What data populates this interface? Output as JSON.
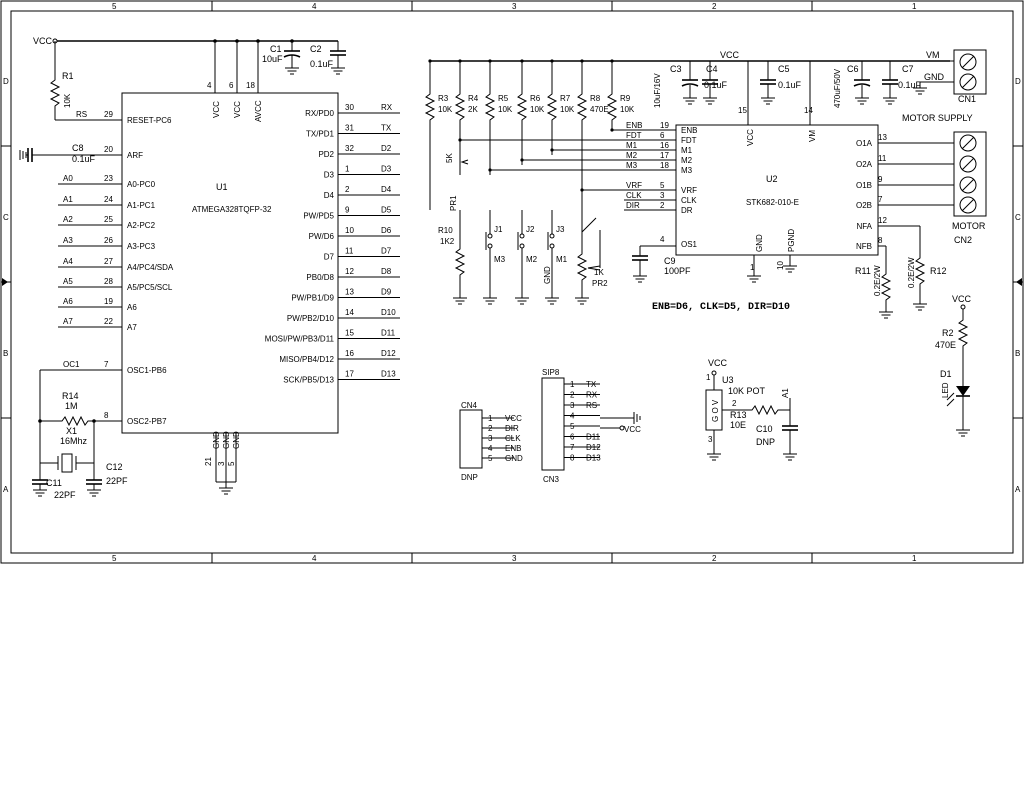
{
  "frame": {
    "zones_top": [
      "5",
      "4",
      "3",
      "2",
      "1"
    ],
    "zones_side": [
      "D",
      "C",
      "B",
      "A"
    ]
  },
  "u1": {
    "ref": "U1",
    "part": "ATMEGA328TQFP-32",
    "left_pins": [
      {
        "num": "29",
        "name": "RESET-PC6",
        "net": "RS"
      },
      {
        "num": "20",
        "name": "ARF",
        "net": ""
      },
      {
        "num": "23",
        "name": "A0-PC0",
        "net": "A0"
      },
      {
        "num": "24",
        "name": "A1-PC1",
        "net": "A1"
      },
      {
        "num": "25",
        "name": "A2-PC2",
        "net": "A2"
      },
      {
        "num": "26",
        "name": "A3-PC3",
        "net": "A3"
      },
      {
        "num": "27",
        "name": "A4/PC4/SDA",
        "net": "A4"
      },
      {
        "num": "28",
        "name": "A5/PC5/SCL",
        "net": "A5"
      },
      {
        "num": "19",
        "name": "A6",
        "net": "A6"
      },
      {
        "num": "22",
        "name": "A7",
        "net": "A7"
      },
      {
        "num": "7",
        "name": "OSC1-PB6",
        "net": "OC1"
      },
      {
        "num": "8",
        "name": "OSC2-PB7",
        "net": ""
      }
    ],
    "right_pins": [
      {
        "num": "30",
        "name": "RX/PD0",
        "net": "RX"
      },
      {
        "num": "31",
        "name": "TX/PD1",
        "net": "TX"
      },
      {
        "num": "32",
        "name": "PD2",
        "net": "D2"
      },
      {
        "num": "1",
        "name": "D3",
        "net": "D3"
      },
      {
        "num": "2",
        "name": "D4",
        "net": "D4"
      },
      {
        "num": "9",
        "name": "PW/PD5",
        "net": "D5"
      },
      {
        "num": "10",
        "name": "PW/D6",
        "net": "D6"
      },
      {
        "num": "11",
        "name": "D7",
        "net": "D7"
      },
      {
        "num": "12",
        "name": "PB0/D8",
        "net": "D8"
      },
      {
        "num": "13",
        "name": "PW/PB1/D9",
        "net": "D9"
      },
      {
        "num": "14",
        "name": "PW/PB2/D10",
        "net": "D10"
      },
      {
        "num": "15",
        "name": "MOSI/PW/PB3/D11",
        "net": "D11"
      },
      {
        "num": "16",
        "name": "MISO/PB4/D12",
        "net": "D12"
      },
      {
        "num": "17",
        "name": "SCK/PB5/D13",
        "net": "D13"
      }
    ],
    "top_pins": [
      {
        "num": "4",
        "name": "VCC"
      },
      {
        "num": "6",
        "name": "VCC"
      },
      {
        "num": "18",
        "name": "AVCC"
      }
    ],
    "bottom_pins": [
      {
        "num": "21",
        "name": "GND"
      },
      {
        "num": "3",
        "name": "GND"
      },
      {
        "num": "5",
        "name": "GND"
      }
    ]
  },
  "u2": {
    "ref": "U2",
    "part": "STK682-010-E",
    "left_pins": [
      {
        "num": "19",
        "name": "ENB",
        "net": "ENB"
      },
      {
        "num": "6",
        "name": "FDT",
        "net": "FDT"
      },
      {
        "num": "16",
        "name": "M1",
        "net": "M1"
      },
      {
        "num": "17",
        "name": "M2",
        "net": "M2"
      },
      {
        "num": "18",
        "name": "M3",
        "net": "M3"
      },
      {
        "num": "5",
        "name": "VRF",
        "net": "VRF"
      },
      {
        "num": "3",
        "name": "CLK",
        "net": "CLK"
      },
      {
        "num": "2",
        "name": "DR",
        "net": "DIR"
      },
      {
        "num": "4",
        "name": "OS1",
        "net": ""
      }
    ],
    "right_pins": [
      {
        "num": "13",
        "name": "O1A"
      },
      {
        "num": "11",
        "name": "O2A"
      },
      {
        "num": "9",
        "name": "O1B"
      },
      {
        "num": "7",
        "name": "O2B"
      },
      {
        "num": "12",
        "name": "NFA"
      },
      {
        "num": "8",
        "name": "NFB"
      }
    ],
    "top_pins": [
      {
        "num": "15",
        "name": "VCC"
      },
      {
        "num": "14",
        "name": "VM"
      }
    ],
    "bottom_pins": [
      {
        "num": "1",
        "name": "GND"
      },
      {
        "num": "10",
        "name": "PGND"
      }
    ]
  },
  "nets": {
    "vcc": "VCC",
    "vm": "VM",
    "gnd": "GND"
  },
  "passives": {
    "r1": {
      "ref": "R1",
      "val": "10K"
    },
    "c1": {
      "ref": "C1",
      "val": "10uF"
    },
    "c2": {
      "ref": "C2",
      "val": "0.1uF"
    },
    "c8": {
      "ref": "C8",
      "val": "0.1uF"
    },
    "r14": {
      "ref": "R14",
      "val": "1M"
    },
    "x1": {
      "ref": "X1",
      "val": "16Mhz"
    },
    "c11": {
      "ref": "C11",
      "val": "22PF"
    },
    "c12": {
      "ref": "C12",
      "val": "22PF"
    },
    "r3": {
      "ref": "R3",
      "val": "10K"
    },
    "r4": {
      "ref": "R4",
      "val": "2K"
    },
    "r5": {
      "ref": "R5",
      "val": "10K"
    },
    "r6": {
      "ref": "R6",
      "val": "10K"
    },
    "r7": {
      "ref": "R7",
      "val": "10K"
    },
    "r8": {
      "ref": "R8",
      "val": "470E"
    },
    "r9": {
      "ref": "R9",
      "val": "10K"
    },
    "pr1": {
      "ref": "PR1",
      "val": "5K"
    },
    "r10": {
      "ref": "R10",
      "val": "1K2"
    },
    "pr2": {
      "ref": "PR2",
      "val": "1K"
    },
    "c3": {
      "ref": "C3",
      "val": "10uF/16V"
    },
    "c4": {
      "ref": "C4",
      "val": "0.1uF"
    },
    "c5": {
      "ref": "C5",
      "val": "0.1uF"
    },
    "c6": {
      "ref": "C6",
      "val": "470uF/50V"
    },
    "c7": {
      "ref": "C7",
      "val": "0.1uF"
    },
    "c9": {
      "ref": "C9",
      "val": "100PF"
    },
    "r11": {
      "ref": "R11",
      "val": "0.2E/2W"
    },
    "r12": {
      "ref": "R12",
      "val": "0.2E/2W"
    },
    "r2": {
      "ref": "R2",
      "val": "470E"
    },
    "d1": {
      "ref": "D1",
      "val": "LED"
    },
    "r13": {
      "ref": "R13",
      "val": "10E"
    },
    "c10": {
      "ref": "C10",
      "val": "DNP"
    }
  },
  "jumpers": {
    "j1": {
      "ref": "J1",
      "label": "M3"
    },
    "j2": {
      "ref": "J2",
      "label": "M2"
    },
    "j3": {
      "ref": "J3",
      "label": "M1"
    },
    "gnd": "GND"
  },
  "cn1": {
    "ref": "CN1",
    "title": "MOTOR SUPPLY",
    "pins": [
      "VM",
      "GND"
    ]
  },
  "cn2": {
    "ref": "CN2",
    "title": "MOTOR"
  },
  "cn4": {
    "ref": "CN4",
    "note": "DNP",
    "pins": [
      {
        "num": "1",
        "net": "VCC"
      },
      {
        "num": "2",
        "net": "DIR"
      },
      {
        "num": "3",
        "net": "CLK"
      },
      {
        "num": "4",
        "net": "ENB"
      },
      {
        "num": "5",
        "net": "GND"
      }
    ]
  },
  "cn3": {
    "ref": "CN3",
    "name": "SIP8",
    "pins": [
      {
        "num": "1",
        "net": "TX"
      },
      {
        "num": "2",
        "net": "RX"
      },
      {
        "num": "3",
        "net": "RS"
      },
      {
        "num": "4",
        "net": ""
      },
      {
        "num": "5",
        "net": ""
      },
      {
        "num": "6",
        "net": "D11"
      },
      {
        "num": "7",
        "net": "D12"
      },
      {
        "num": "8",
        "net": "D13"
      }
    ]
  },
  "u3": {
    "ref": "U3",
    "val": "10K POT",
    "pins": [
      "1",
      "2",
      "3"
    ],
    "body": "G O V",
    "a1": "A1"
  },
  "note": "ENB=D6, CLK=D5, DIR=D10"
}
